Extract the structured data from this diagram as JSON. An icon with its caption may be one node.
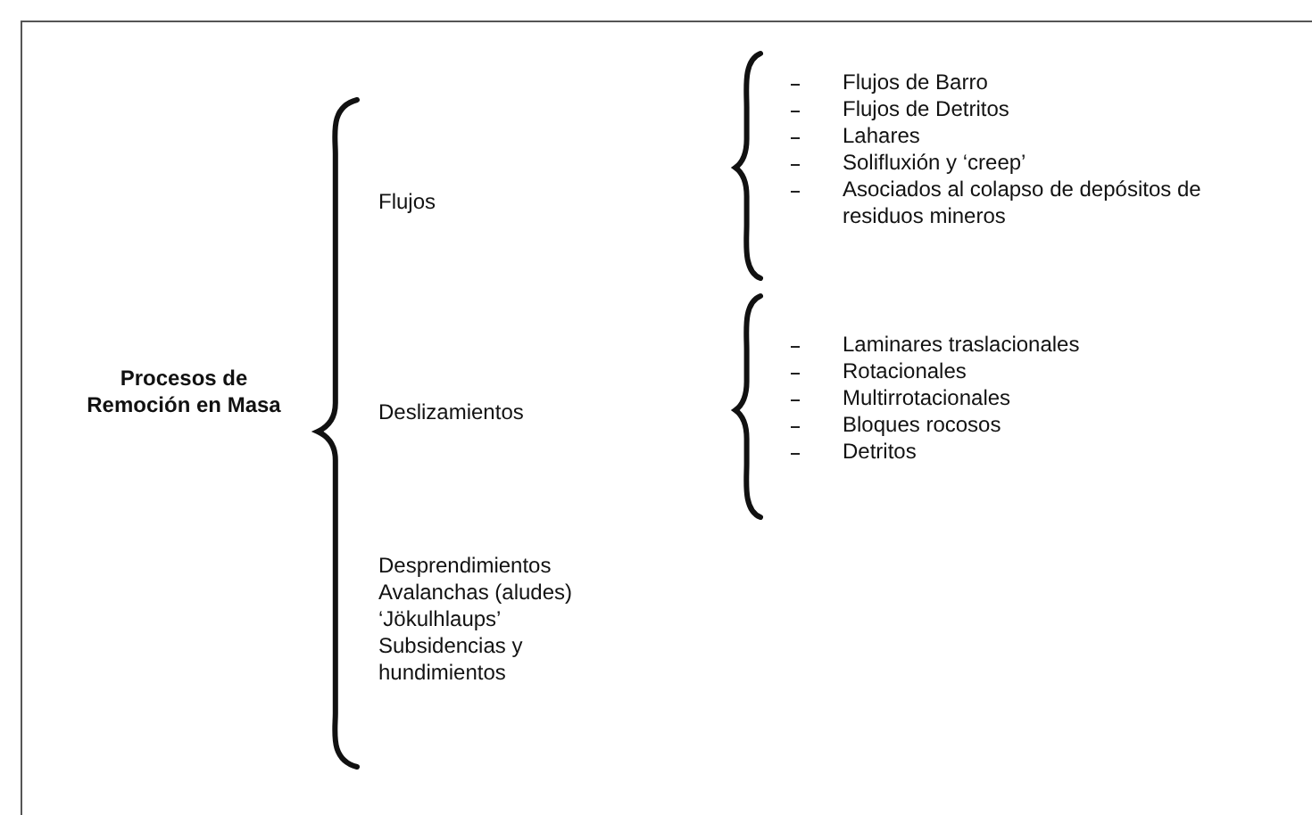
{
  "diagram": {
    "labels": [
      "Procesos de Remoción en Masa",
      "Flujos",
      "Deslizamientos",
      "Desprendimientos",
      "Avalanchas (aludes)",
      "‘Jökulhlaups’",
      "Subsidencias y hundimientos",
      "Flujos de Barro",
      "Flujos de Detritos",
      "Lahares",
      "Solifluxión y ‘creep’",
      "Asociados al colapso de depósitos de residuos mineros",
      "Laminares traslacionales",
      "Rotacionales",
      "Multirrotacionales",
      "Bloques rocosos",
      "Detritos"
    ]
  }
}
